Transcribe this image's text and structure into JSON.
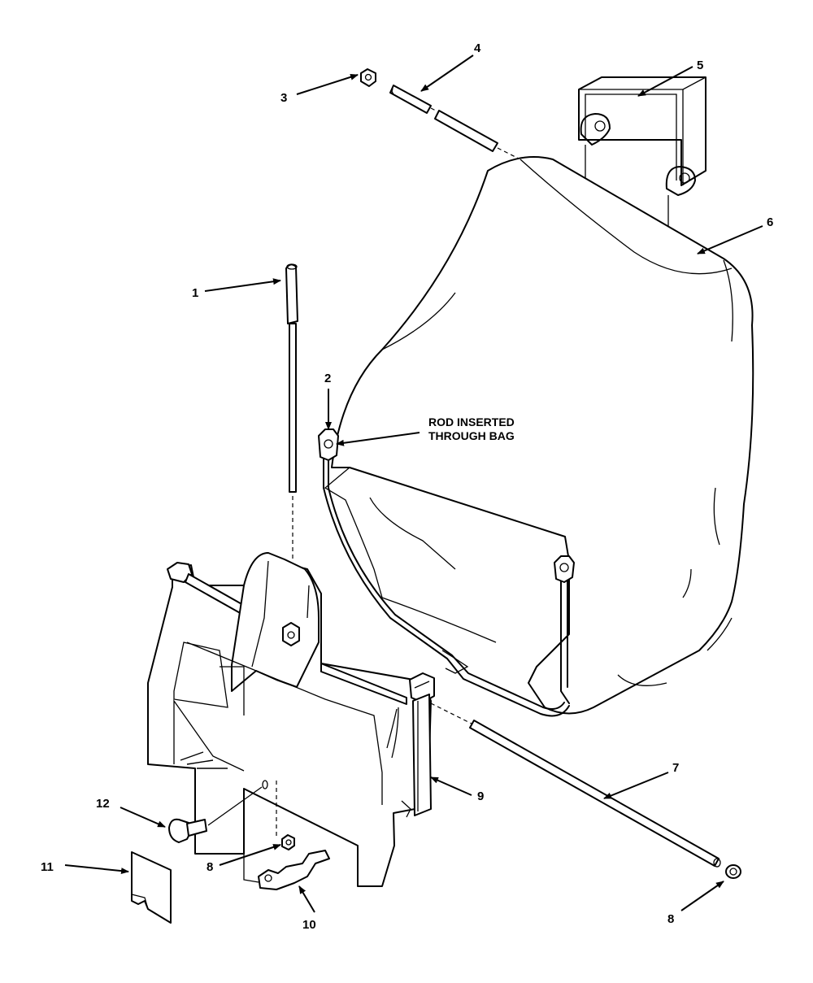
{
  "callouts": [
    {
      "id": "c1",
      "text": "1"
    },
    {
      "id": "c2",
      "text": "2"
    },
    {
      "id": "c3",
      "text": "3"
    },
    {
      "id": "c4",
      "text": "4"
    },
    {
      "id": "c5",
      "text": "5"
    },
    {
      "id": "c6",
      "text": "6"
    },
    {
      "id": "c7",
      "text": "7"
    },
    {
      "id": "c8a",
      "text": "8"
    },
    {
      "id": "c8b",
      "text": "8"
    },
    {
      "id": "c9",
      "text": "9"
    },
    {
      "id": "c10",
      "text": "10"
    },
    {
      "id": "c11",
      "text": "11"
    },
    {
      "id": "c12",
      "text": "12"
    }
  ],
  "note": {
    "line1": "ROD INSERTED",
    "line2": "THROUGH BAG"
  }
}
